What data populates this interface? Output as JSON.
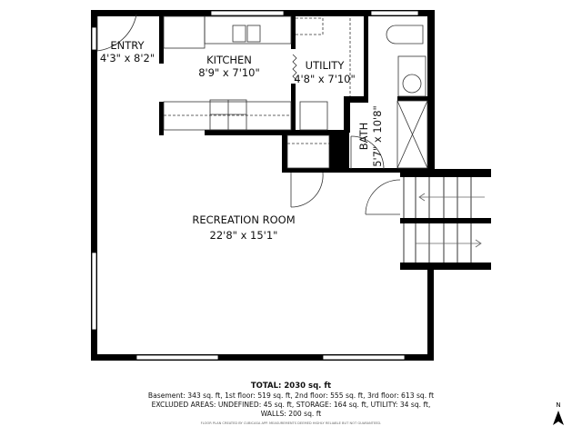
{
  "rooms": [
    {
      "name": "ENTRY",
      "size": "4'3\" x 8'2\""
    },
    {
      "name": "KITCHEN",
      "size": "8'9\" x 7'10\""
    },
    {
      "name": "UTILITY",
      "size": "4'8\" x 7'10\""
    },
    {
      "name": "BATH",
      "size": "5'7\" x 10'8\""
    },
    {
      "name": "RECREATION ROOM",
      "size": "22'8\" x 15'1\""
    }
  ],
  "summary": {
    "total": "TOTAL: 2030 sq. ft",
    "floors": "Basement: 343 sq. ft, 1st floor: 519 sq. ft, 2nd floor: 555 sq. ft, 3rd floor: 613 sq. ft",
    "excluded": "EXCLUDED AREAS: UNDEFINED: 45 sq. ft, STORAGE: 164 sq. ft, UTILITY: 34 sq. ft,",
    "walls": "WALLS: 200 sq. ft",
    "credit": "FLOOR PLAN CREATED BY CUBICASA APP. MEASUREMENTS DEEMED HIGHLY RELIABLE BUT NOT GUARANTEED."
  },
  "compass": {
    "label": "N",
    "icon": "north-arrow-icon"
  },
  "colors": {
    "wall": "#000000",
    "fixture": "#555555"
  }
}
